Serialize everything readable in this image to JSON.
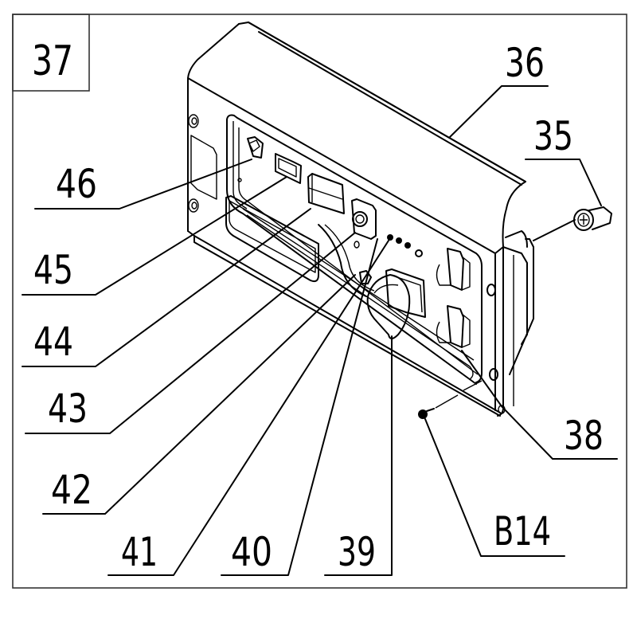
{
  "diagram": {
    "title_box_label": "37",
    "callouts": [
      {
        "id": "c36",
        "label": "36"
      },
      {
        "id": "c35",
        "label": "35"
      },
      {
        "id": "c46",
        "label": "46"
      },
      {
        "id": "c45",
        "label": "45"
      },
      {
        "id": "c44",
        "label": "44"
      },
      {
        "id": "c43",
        "label": "43"
      },
      {
        "id": "c42",
        "label": "42"
      },
      {
        "id": "c41",
        "label": "41"
      },
      {
        "id": "c40",
        "label": "40"
      },
      {
        "id": "c39",
        "label": "39"
      },
      {
        "id": "c38",
        "label": "38"
      },
      {
        "id": "cB14",
        "label": "B14"
      }
    ],
    "colors": {
      "line": "#000000",
      "frame": "#333333",
      "background": "#ffffff"
    }
  }
}
